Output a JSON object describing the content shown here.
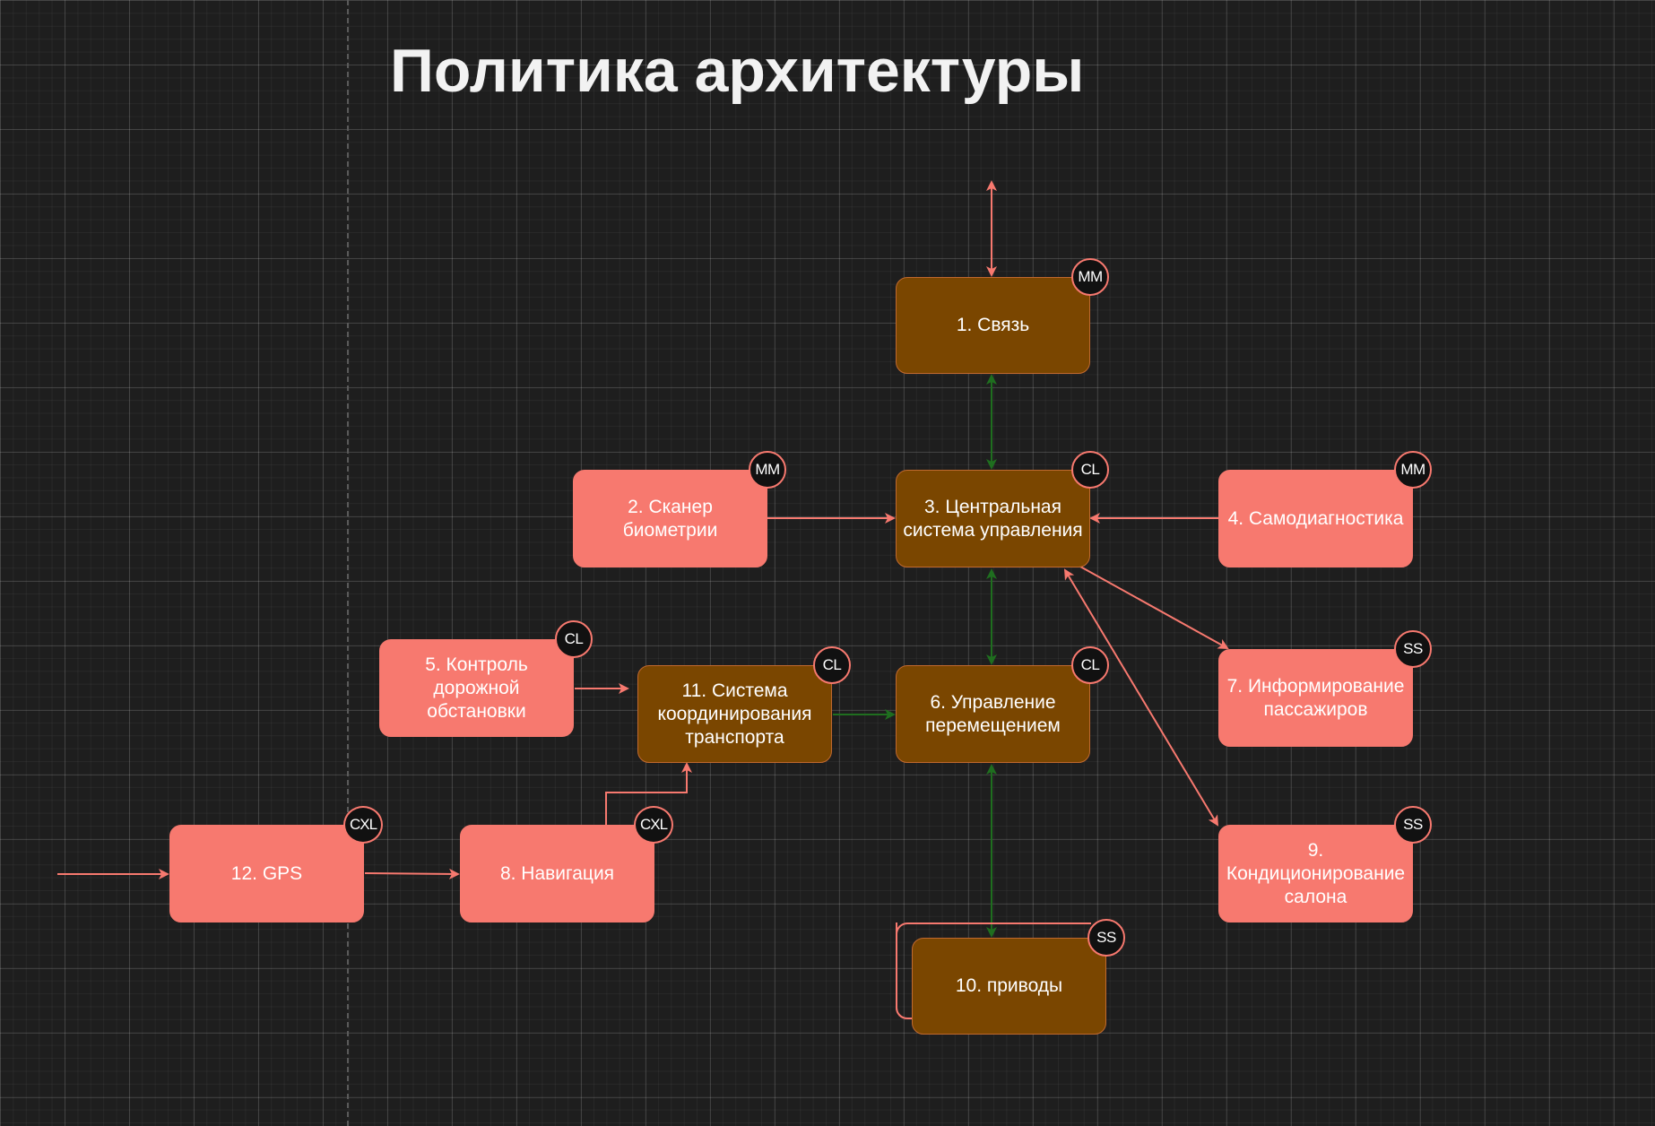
{
  "title": "Политика архитектуры",
  "colors": {
    "background": "#1e1e1e",
    "pink_node": "#f7796f",
    "brown_node": "#7a4600",
    "brown_border": "#c0692e",
    "red_edge": "#f7796f",
    "green_edge": "#1f6e1f",
    "badge_bg": "#111111"
  },
  "nodes": {
    "n1": {
      "label": "1. Связь",
      "badge": "MM",
      "style": "brown"
    },
    "n2": {
      "label": "2. Сканер\nбиометрии",
      "badge": "MM",
      "style": "pink"
    },
    "n3": {
      "label": "3. Центральная\nсистема управления",
      "badge": "CL",
      "style": "brown"
    },
    "n4": {
      "label": "4. Самодиагностика",
      "badge": "MM",
      "style": "pink"
    },
    "n5": {
      "label": "5. Контроль\nдорожной\nобстановки",
      "badge": "CL",
      "style": "pink"
    },
    "n6": {
      "label": "6. Управление\nперемещением",
      "badge": "CL",
      "style": "brown"
    },
    "n7": {
      "label": "7. Информирование\nпассажиров",
      "badge": "SS",
      "style": "pink"
    },
    "n8": {
      "label": "8. Навигация",
      "badge": "CXL",
      "style": "pink"
    },
    "n9": {
      "label": "9.\nКондиционирование\nсалона",
      "badge": "SS",
      "style": "pink"
    },
    "n10": {
      "label": "10. приводы",
      "badge": "SS",
      "style": "brown"
    },
    "n11": {
      "label": "11. Система\nкоординирования\nтранспорта",
      "badge": "CL",
      "style": "brown"
    },
    "n12": {
      "label": "12. GPS",
      "badge": "CXL",
      "style": "pink"
    }
  },
  "edges": [
    {
      "id": "external-to-1",
      "from": "external",
      "to": "n1",
      "kind": "red",
      "direction": "both"
    },
    {
      "id": "1-to-3",
      "from": "n1",
      "to": "n3",
      "kind": "green",
      "direction": "both"
    },
    {
      "id": "2-to-3",
      "from": "n2",
      "to": "n3",
      "kind": "red",
      "direction": "forward"
    },
    {
      "id": "4-to-3",
      "from": "n4",
      "to": "n3",
      "kind": "red",
      "direction": "forward"
    },
    {
      "id": "3-to-6",
      "from": "n3",
      "to": "n6",
      "kind": "green",
      "direction": "both"
    },
    {
      "id": "3-to-7",
      "from": "n3",
      "to": "n7",
      "kind": "red",
      "direction": "forward"
    },
    {
      "id": "3-to-9",
      "from": "n3",
      "to": "n9",
      "kind": "red",
      "direction": "both"
    },
    {
      "id": "5-to-11",
      "from": "n5",
      "to": "n11",
      "kind": "red",
      "direction": "forward"
    },
    {
      "id": "11-to-6",
      "from": "n11",
      "to": "n6",
      "kind": "green",
      "direction": "forward"
    },
    {
      "id": "6-to-10",
      "from": "n6",
      "to": "n10",
      "kind": "green",
      "direction": "both"
    },
    {
      "id": "8-to-11",
      "from": "n8",
      "to": "n11",
      "kind": "red",
      "direction": "forward"
    },
    {
      "id": "12-to-8",
      "from": "n12",
      "to": "n8",
      "kind": "red",
      "direction": "forward"
    },
    {
      "id": "external-to-12",
      "from": "external",
      "to": "n12",
      "kind": "red",
      "direction": "forward"
    }
  ]
}
